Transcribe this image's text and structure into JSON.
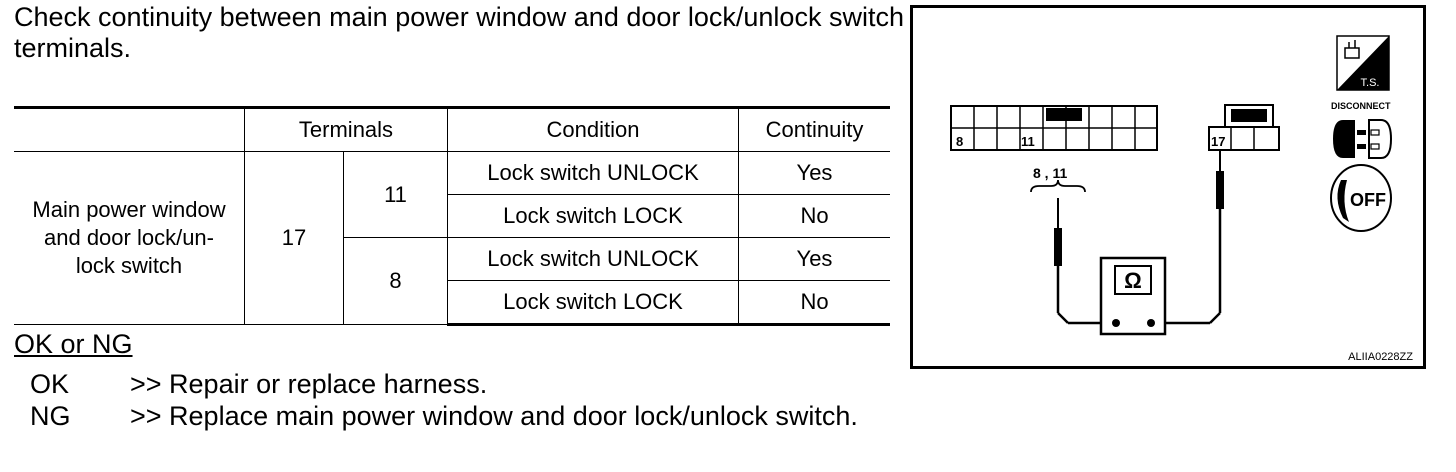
{
  "instruction": "Check continuity between main power window and door lock/unlock switch terminals.",
  "table": {
    "headers": {
      "terminals": "Terminals",
      "condition": "Condition",
      "continuity": "Continuity"
    },
    "component": {
      "line1": "Main power window",
      "line2": "and door lock/un-",
      "line3": "lock switch"
    },
    "terminal_from": "17",
    "rows": [
      {
        "terminal_to": "11",
        "condition": "Lock switch UNLOCK",
        "continuity": "Yes"
      },
      {
        "terminal_to": "11",
        "condition": "Lock switch LOCK",
        "continuity": "No"
      },
      {
        "terminal_to": "8",
        "condition": "Lock switch UNLOCK",
        "continuity": "Yes"
      },
      {
        "terminal_to": "8",
        "condition": "Lock switch LOCK",
        "continuity": "No"
      }
    ]
  },
  "result": {
    "heading": "OK or NG",
    "ok": {
      "code": "OK",
      "action": ">> Repair or replace harness."
    },
    "ng": {
      "code": "NG",
      "action": ">> Replace main power window and door lock/unlock switch."
    }
  },
  "figure": {
    "connector_left_pin_a": "8",
    "connector_left_pin_b": "11",
    "connector_right_pin": "17",
    "probe_label": "8 , 11",
    "meter_symbol": "Ω",
    "ts_label": "T.S.",
    "disconnect_label": "DISCONNECT",
    "off_label": "OFF",
    "figure_id": "ALIIA0228ZZ"
  }
}
